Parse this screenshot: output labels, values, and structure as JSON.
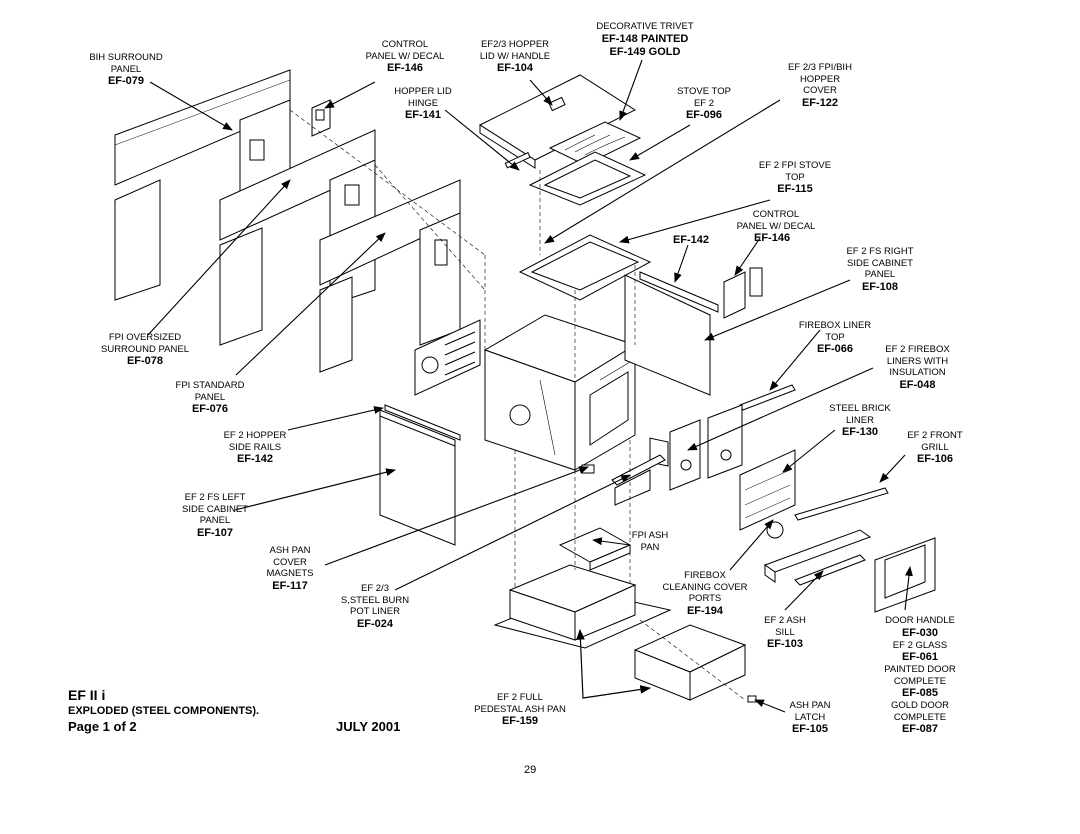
{
  "footer": {
    "model": "EF II i",
    "subtitle": "EXPLODED (STEEL COMPONENTS).",
    "page": "Page 1 of 2",
    "date": "JULY 2001",
    "page_number": "29"
  },
  "callouts": [
    {
      "id": "bih-surround",
      "text": [
        "BIH SURROUND",
        "PANEL"
      ],
      "code": "EF-079"
    },
    {
      "id": "control-panel-top",
      "text": [
        "CONTROL",
        "PANEL W/ DECAL"
      ],
      "code": "EF-146"
    },
    {
      "id": "hopper-lid",
      "text": [
        "EF2/3 HOPPER",
        "LID W/ HANDLE"
      ],
      "code": "EF-104"
    },
    {
      "id": "trivet",
      "text": [
        "DECORATIVE TRIVET"
      ],
      "code": "EF-148 PAINTED",
      "code2": "EF-149 GOLD"
    },
    {
      "id": "hopper-cover",
      "text": [
        "EF 2/3 FPI/BIH",
        "HOPPER",
        "COVER"
      ],
      "code": "EF-122"
    },
    {
      "id": "hopper-lid-hinge",
      "text": [
        "HOPPER LID",
        "HINGE"
      ],
      "code": "EF-141"
    },
    {
      "id": "stove-top",
      "text": [
        "STOVE TOP",
        "EF 2"
      ],
      "code": "EF-096"
    },
    {
      "id": "fpi-stove-top",
      "text": [
        "EF 2 FPI STOVE",
        "TOP"
      ],
      "code": "EF-115"
    },
    {
      "id": "control-panel-right",
      "text": [
        "CONTROL",
        "PANEL W/ DECAL"
      ],
      "code": "EF-146"
    },
    {
      "id": "ef142-top",
      "text": [],
      "code": "EF-142"
    },
    {
      "id": "right-cabinet",
      "text": [
        "EF 2 FS RIGHT",
        "SIDE CABINET",
        "PANEL"
      ],
      "code": "EF-108"
    },
    {
      "id": "firebox-liner-top",
      "text": [
        "FIREBOX LINER",
        "TOP"
      ],
      "code": "EF-066"
    },
    {
      "id": "firebox-liners",
      "text": [
        "EF 2 FIREBOX",
        "LINERS WITH",
        "INSULATION"
      ],
      "code": "EF-048"
    },
    {
      "id": "steel-brick",
      "text": [
        "STEEL BRICK",
        "LINER"
      ],
      "code": "EF-130"
    },
    {
      "id": "front-grill",
      "text": [
        "EF 2 FRONT",
        "GRILL"
      ],
      "code": "EF-106"
    },
    {
      "id": "fpi-oversized",
      "text": [
        "FPI OVERSIZED",
        "SURROUND PANEL"
      ],
      "code": "EF-078"
    },
    {
      "id": "fpi-standard",
      "text": [
        "FPI STANDARD",
        "PANEL"
      ],
      "code": "EF-076"
    },
    {
      "id": "hopper-rails",
      "text": [
        "EF 2 HOPPER",
        "SIDE RAILS"
      ],
      "code": "EF-142"
    },
    {
      "id": "left-cabinet",
      "text": [
        "EF 2 FS LEFT",
        "SIDE CABINET",
        "PANEL"
      ],
      "code": "EF-107"
    },
    {
      "id": "ash-pan-magnets",
      "text": [
        "ASH PAN",
        "COVER",
        "MAGNETS"
      ],
      "code": "EF-117"
    },
    {
      "id": "burn-pot",
      "text": [
        "EF 2/3",
        "S,STEEL BURN",
        "POT LINER"
      ],
      "code": "EF-024"
    },
    {
      "id": "fpi-ash-pan",
      "text": [
        "FPI ASH",
        "PAN"
      ],
      "code": ""
    },
    {
      "id": "cleaning-ports",
      "text": [
        "FIREBOX",
        "CLEANING COVER",
        "PORTS"
      ],
      "code": "EF-194"
    },
    {
      "id": "ash-sill",
      "text": [
        "EF 2 ASH",
        "SILL"
      ],
      "code": "EF-103"
    },
    {
      "id": "door",
      "text": [
        "DOOR HANDLE"
      ],
      "code": "EF-030",
      "text2": [
        "EF 2 GLASS"
      ],
      "code2": "EF-061",
      "text3": [
        "PAINTED DOOR",
        "COMPLETE"
      ],
      "code3": "EF-085",
      "text4": [
        "GOLD DOOR",
        "COMPLETE"
      ],
      "code4": "EF-087"
    },
    {
      "id": "pedestal-ash-pan",
      "text": [
        "EF 2 FULL",
        "PEDESTAL ASH PAN"
      ],
      "code": "EF-159"
    },
    {
      "id": "ash-pan-latch",
      "text": [
        "ASH PAN",
        "LATCH"
      ],
      "code": "EF-105"
    }
  ]
}
